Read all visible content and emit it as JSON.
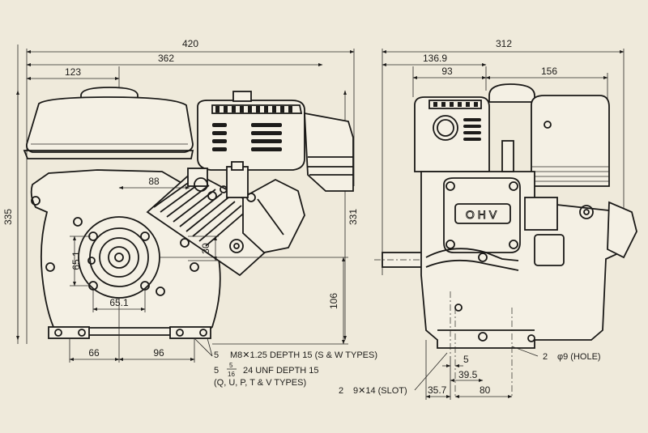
{
  "side_view": {
    "dims": {
      "overall_length": "420",
      "length_2": "362",
      "length_3": "123",
      "height_left": "335",
      "height_right": "331",
      "offset_88": "88",
      "bolt_pitch_v": "65.1",
      "bolt_pitch_h": "65.1",
      "boss_30": "30",
      "shaft_height": "106",
      "mount_66": "66",
      "mount_96": "96"
    },
    "notes": {
      "note1_count": "5",
      "note1_text": "M8✕1.25 DEPTH 15 (S & W TYPES)",
      "note2_count": "5",
      "note2_frac_num": "5",
      "note2_frac_den": "16",
      "note2_text": "24 UNF DEPTH 15",
      "note2_types": "(Q, U, P, T & V TYPES)"
    }
  },
  "front_view": {
    "dims": {
      "overall_width": "312",
      "width_136": "136.9",
      "width_93": "93",
      "width_156": "156",
      "slot_5": "5",
      "slot_39": "39.5",
      "slot_35": "35.7",
      "slot_80": "80"
    },
    "labels": {
      "ohv": "OHV",
      "hole_count": "2",
      "hole_text": "φ9 (HOLE)",
      "slot_count": "2",
      "slot_text": "9✕14 (SLOT)"
    }
  }
}
